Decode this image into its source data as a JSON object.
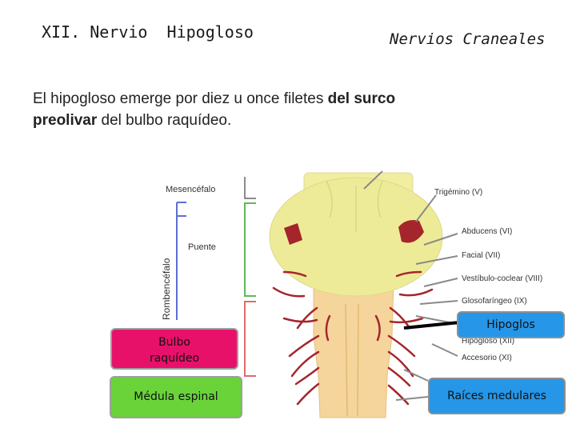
{
  "header": {
    "title": "XII. Nervio  Hipogloso",
    "subtitle": "Nervios Craneales"
  },
  "intro": {
    "text_before": "El hipogloso emerge por diez u once filetes ",
    "bold_1": "del surco preolivar",
    "text_after": " del bulbo raquídeo."
  },
  "diagram": {
    "left_labels": {
      "mesencefalo": "Mesencéfalo",
      "puente": "Puente",
      "rombencefalo": "Rombencéfalo"
    },
    "nerve_labels": [
      "Trigémino (V)",
      "Abducens (VI)",
      "Facial (VII)",
      "Vestíbulo-coclear (VIII)",
      "Glosofaríngeo (IX)",
      "Hipogloso (XII)",
      "Accesorio (XI)"
    ],
    "boxes": {
      "bulbo_line1": "Bulbo",
      "bulbo_line2": "raquídeo",
      "medula": "Médula espinal",
      "hipogloso": "Hipoglos",
      "raices": "Raíces medulares"
    },
    "colors": {
      "brain": "#f1eea0",
      "spinal_cord": "#f5d59b",
      "nerve": "#a4262c",
      "bracket_green": "#5fb85a",
      "bracket_blue": "#5b6fd1",
      "bracket_red": "#e06b6b",
      "box_pink": "#e8116a",
      "box_green": "#6ad33a",
      "box_blue": "#2596e8"
    }
  }
}
